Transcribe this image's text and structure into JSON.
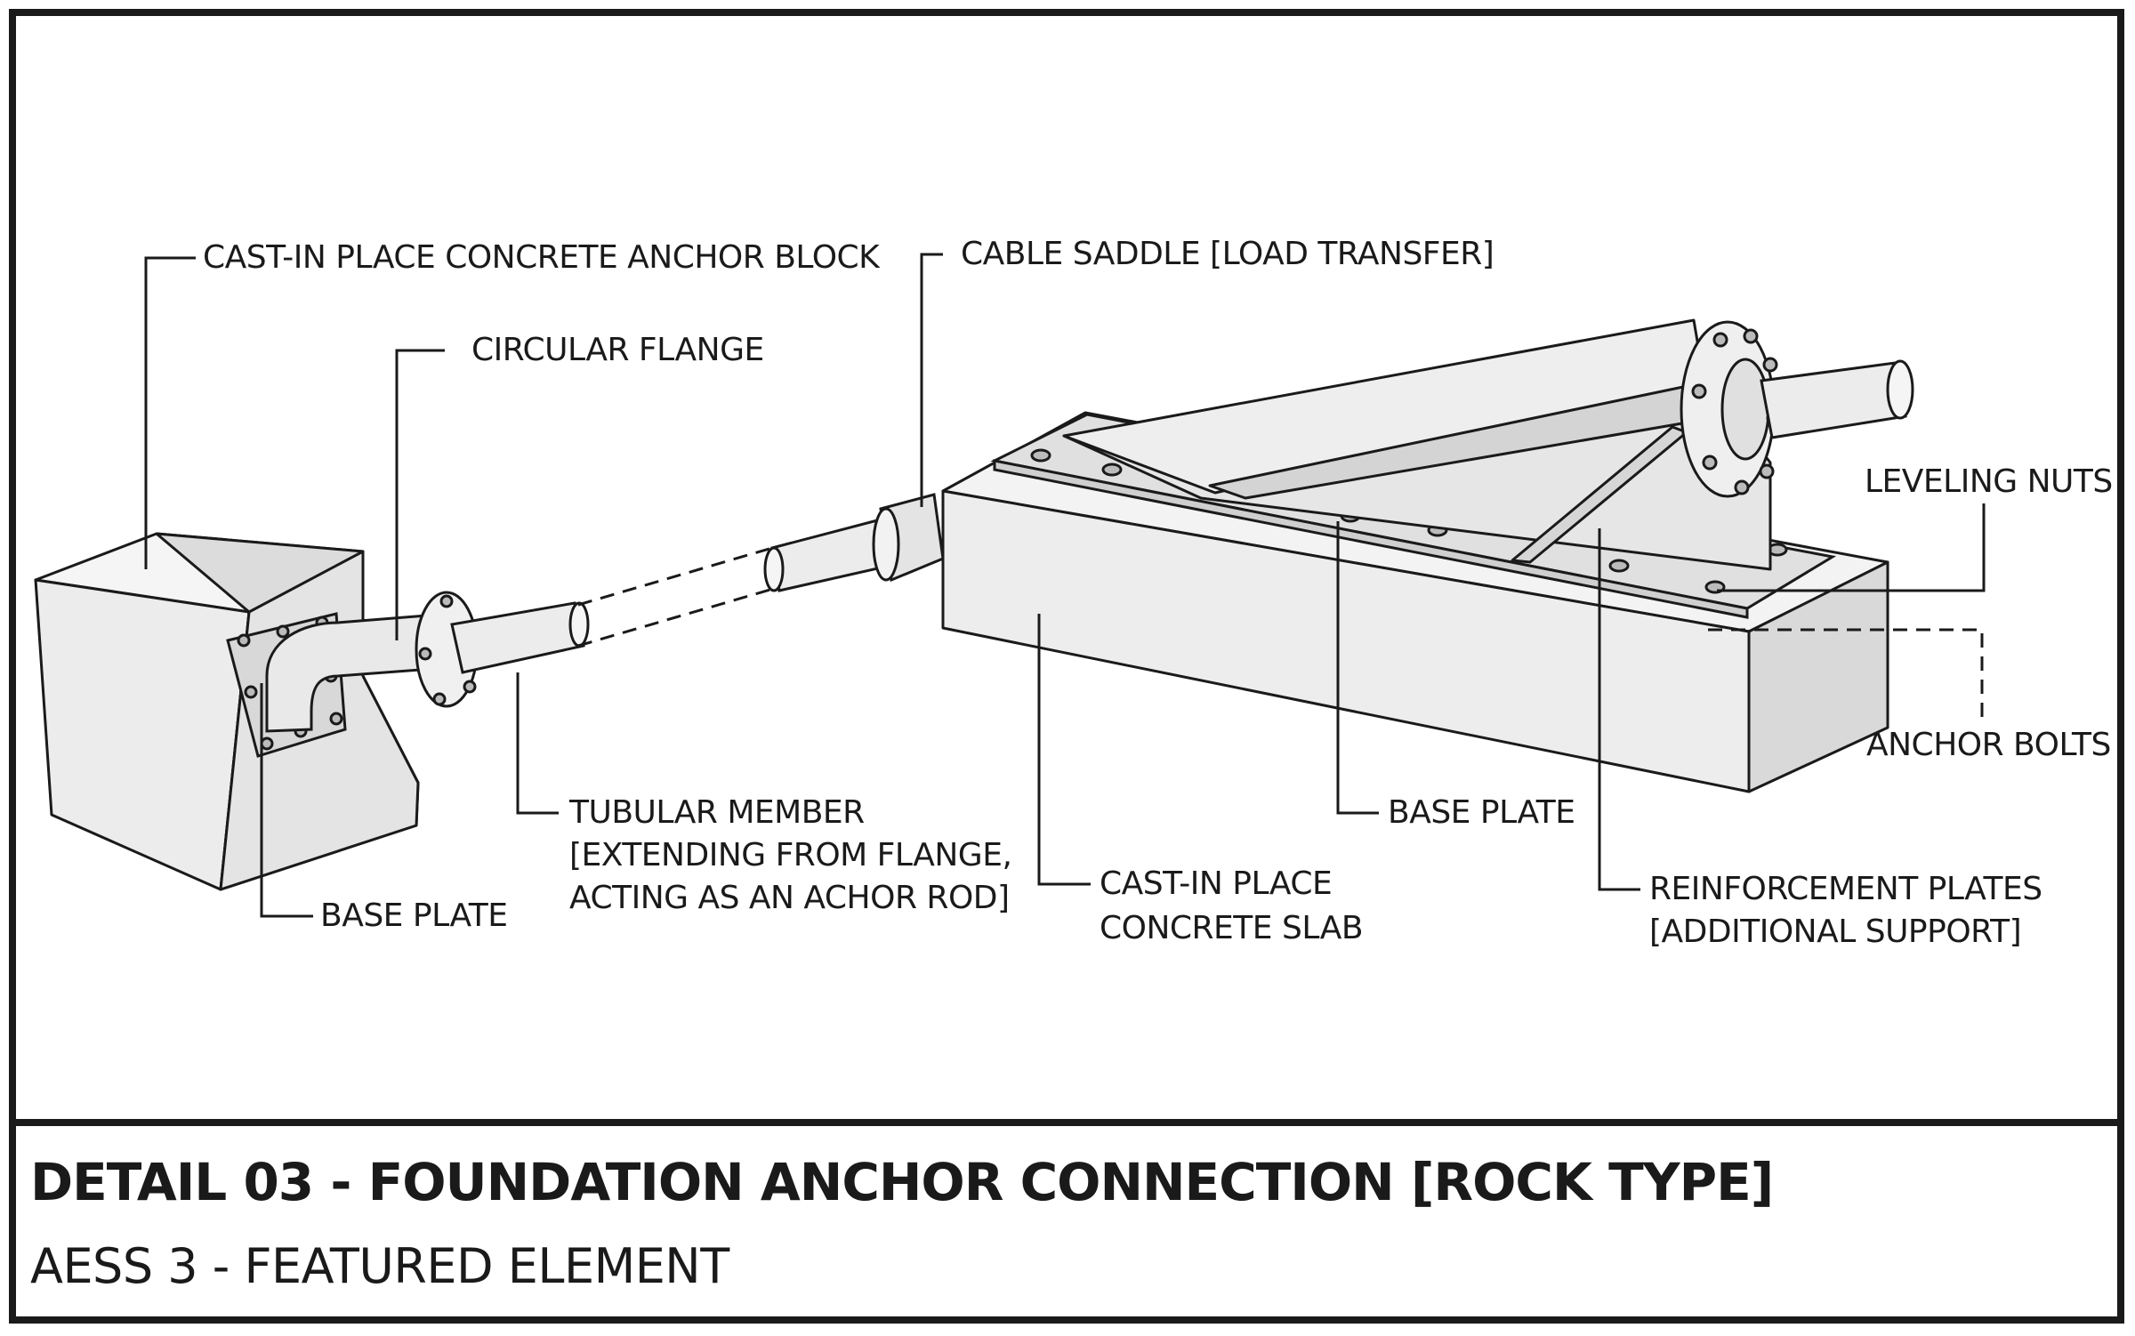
{
  "labels": {
    "anchor_block": "CAST-IN PLACE CONCRETE ANCHOR BLOCK",
    "circular_flange": "CIRCULAR FLANGE",
    "cable_saddle": "CABLE SADDLE [LOAD TRANSFER]",
    "leveling_nuts": "LEVELING NUTS",
    "anchor_bolts": "ANCHOR BOLTS",
    "base_plate_left": "BASE PLATE",
    "tubular_member_1": "TUBULAR MEMBER",
    "tubular_member_2": "[EXTENDING FROM FLANGE,",
    "tubular_member_3": "ACTING AS AN ACHOR ROD]",
    "concrete_slab_1": "CAST-IN PLACE",
    "concrete_slab_2": "CONCRETE SLAB",
    "base_plate_right": "BASE PLATE",
    "reinforcement_1": "REINFORCEMENT PLATES",
    "reinforcement_2": "[ADDITIONAL SUPPORT]"
  },
  "title": "DETAIL 03 - FOUNDATION ANCHOR CONNECTION [ROCK TYPE]",
  "subtitle": "AESS 3 - FEATURED ELEMENT",
  "colors": {
    "ink": "#1a1a1a",
    "face_light": "#f4f4f4",
    "face_mid": "#e2e2e2",
    "face_dark": "#cfcfcf"
  }
}
